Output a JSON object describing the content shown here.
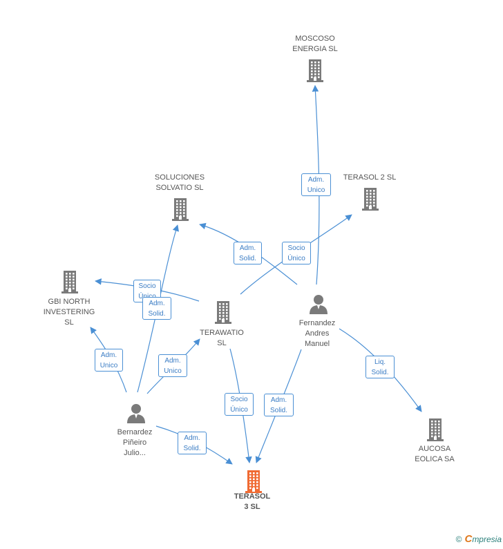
{
  "colors": {
    "edge": "#4a8fd4",
    "company_icon": "#7a7a7a",
    "person_icon": "#7a7a7a",
    "highlight_icon": "#f06a32",
    "label_text": "#555555",
    "edge_label_text": "#3a7cc4",
    "brand": "#2a7f7a",
    "brand_accent": "#e07a1f"
  },
  "nodes": [
    {
      "id": "moscoso",
      "type": "company",
      "label": "MOSCOSO\nENERGIA  SL"
    },
    {
      "id": "terasol2",
      "type": "company",
      "label": "TERASOL 2  SL"
    },
    {
      "id": "soluciones",
      "type": "company",
      "label": "SOLUCIONES\nSOLVATIO  SL"
    },
    {
      "id": "gbi",
      "type": "company",
      "label": "GBI NORTH\nINVESTERING\nSL"
    },
    {
      "id": "terawatio",
      "type": "company",
      "label": "TERAWATIO\nSL"
    },
    {
      "id": "fernandez",
      "type": "person",
      "label": "Fernandez\nAndres\nManuel"
    },
    {
      "id": "aucosa",
      "type": "company",
      "label": "AUCOSA\nEOLICA SA"
    },
    {
      "id": "bernardez",
      "type": "person",
      "label": "Bernardez\nPiñeiro\nJulio..."
    },
    {
      "id": "terasol3",
      "type": "company",
      "label": "TERASOL\n3  SL",
      "highlight": true
    }
  ],
  "edges": [
    {
      "id": "e1",
      "from": "fernandez",
      "to": "moscoso",
      "label": "Adm.\nUnico"
    },
    {
      "id": "e2",
      "from": "terawatio",
      "to": "terasol2",
      "label": "Socio\nÚnico"
    },
    {
      "id": "e3",
      "from": "fernandez",
      "to": "soluciones",
      "label": "Adm.\nSolid."
    },
    {
      "id": "e4",
      "from": "terawatio",
      "to": "gbi",
      "label": "Socio\nÚnico"
    },
    {
      "id": "e5",
      "from": "bernardez",
      "to": "soluciones",
      "label": "Adm.\nSolid."
    },
    {
      "id": "e6",
      "from": "bernardez",
      "to": "gbi",
      "label": "Adm.\nUnico"
    },
    {
      "id": "e7",
      "from": "bernardez",
      "to": "terawatio",
      "label": "Adm.\nUnico"
    },
    {
      "id": "e8",
      "from": "fernandez",
      "to": "aucosa",
      "label": "Liq.\nSolid."
    },
    {
      "id": "e9",
      "from": "terawatio",
      "to": "terasol3",
      "label": "Socio\nÚnico"
    },
    {
      "id": "e10",
      "from": "fernandez",
      "to": "terasol3",
      "label": "Adm.\nSolid."
    },
    {
      "id": "e11",
      "from": "bernardez",
      "to": "terasol3",
      "label": "Adm.\nSolid."
    }
  ],
  "footer": {
    "copyright": "©",
    "brand_initial": "C",
    "brand_rest": "mpresia"
  }
}
